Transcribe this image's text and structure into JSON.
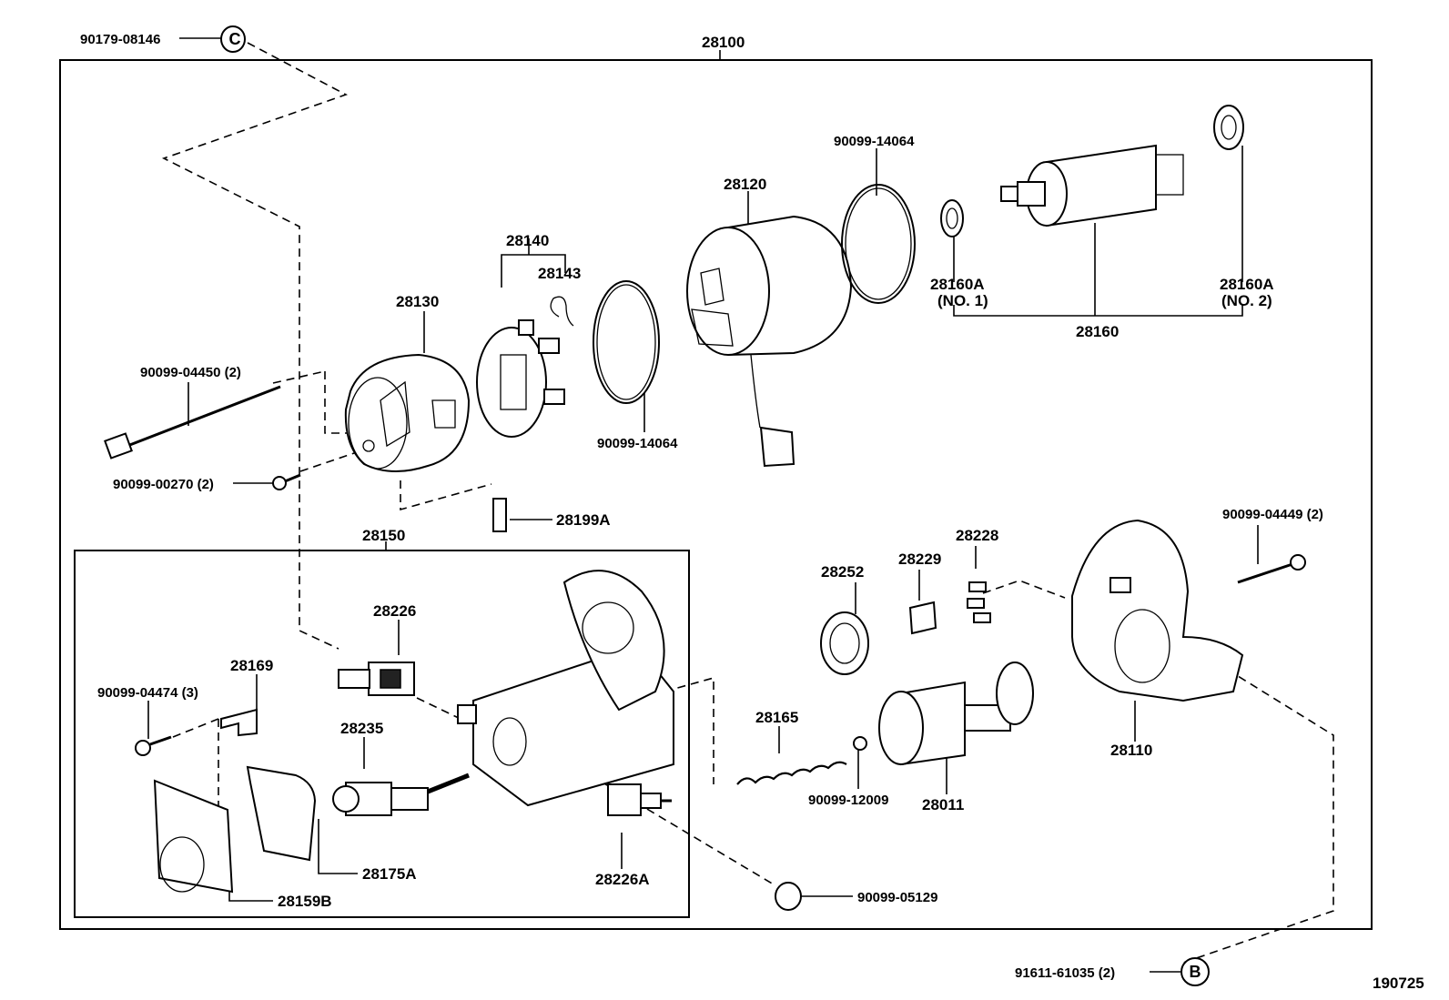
{
  "diagram": {
    "assembly_number": "28100",
    "sub_assembly_number": "28150",
    "footer_code": "190725",
    "callouts": {
      "c_mark": "C",
      "b_mark": "B"
    },
    "labels": {
      "p90179_08146": "90179-08146",
      "p28100": "28100",
      "p90099_14064_top": "90099-14064",
      "p28120": "28120",
      "p28140": "28140",
      "p28143": "28143",
      "p28130": "28130",
      "p28160a_no1": "28160A",
      "p28160a_no1_sub": "(NO. 1)",
      "p28160a_no2": "28160A",
      "p28160a_no2_sub": "(NO. 2)",
      "p28160": "28160",
      "p90099_04450": "90099-04450 (2)",
      "p90099_14064_mid": "90099-14064",
      "p90099_00270": "90099-00270 (2)",
      "p28199a": "28199A",
      "p28150": "28150",
      "p90099_04449": "90099-04449 (2)",
      "p28228": "28228",
      "p28229": "28229",
      "p28252": "28252",
      "p28226": "28226",
      "p28169": "28169",
      "p90099_04474": "90099-04474 (3)",
      "p28235": "28235",
      "p28165": "28165",
      "p28110": "28110",
      "p90099_12009": "90099-12009",
      "p28011": "28011",
      "p28175a": "28175A",
      "p28226a": "28226A",
      "p28159b": "28159B",
      "p90099_05129": "90099-05129",
      "p91611_61035": "91611-61035 (2)"
    }
  }
}
